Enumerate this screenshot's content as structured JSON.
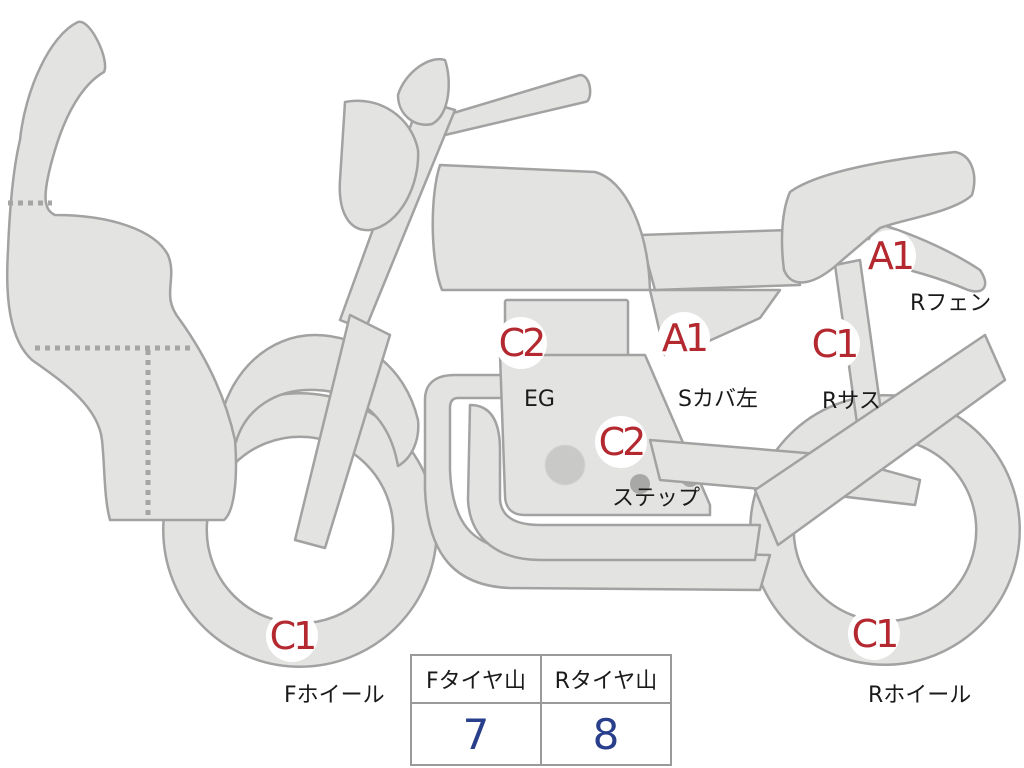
{
  "diagram": {
    "colors": {
      "body_fill": "#e3e3e1",
      "outline": "#a2a2a2",
      "grade_red": "#b3292f",
      "value_blue": "#2a3f8c"
    },
    "damage_marks": [
      {
        "id": "front-wheel",
        "grade": "C1",
        "label": "Fホイール"
      },
      {
        "id": "rear-wheel",
        "grade": "C1",
        "label": "Rホイール"
      },
      {
        "id": "engine",
        "grade": "C2",
        "label": "EG"
      },
      {
        "id": "step",
        "grade": "C2",
        "label": "ステップ"
      },
      {
        "id": "side-cover-left",
        "grade": "A1",
        "label": "Sカバ左"
      },
      {
        "id": "rear-suspension",
        "grade": "C1",
        "label": "Rサス"
      },
      {
        "id": "rear-fender",
        "grade": "A1",
        "label": "Rフェン"
      }
    ],
    "tire_table": {
      "front": {
        "header": "Fタイヤ山",
        "value": "7"
      },
      "rear": {
        "header": "Rタイヤ山",
        "value": "8"
      }
    }
  }
}
